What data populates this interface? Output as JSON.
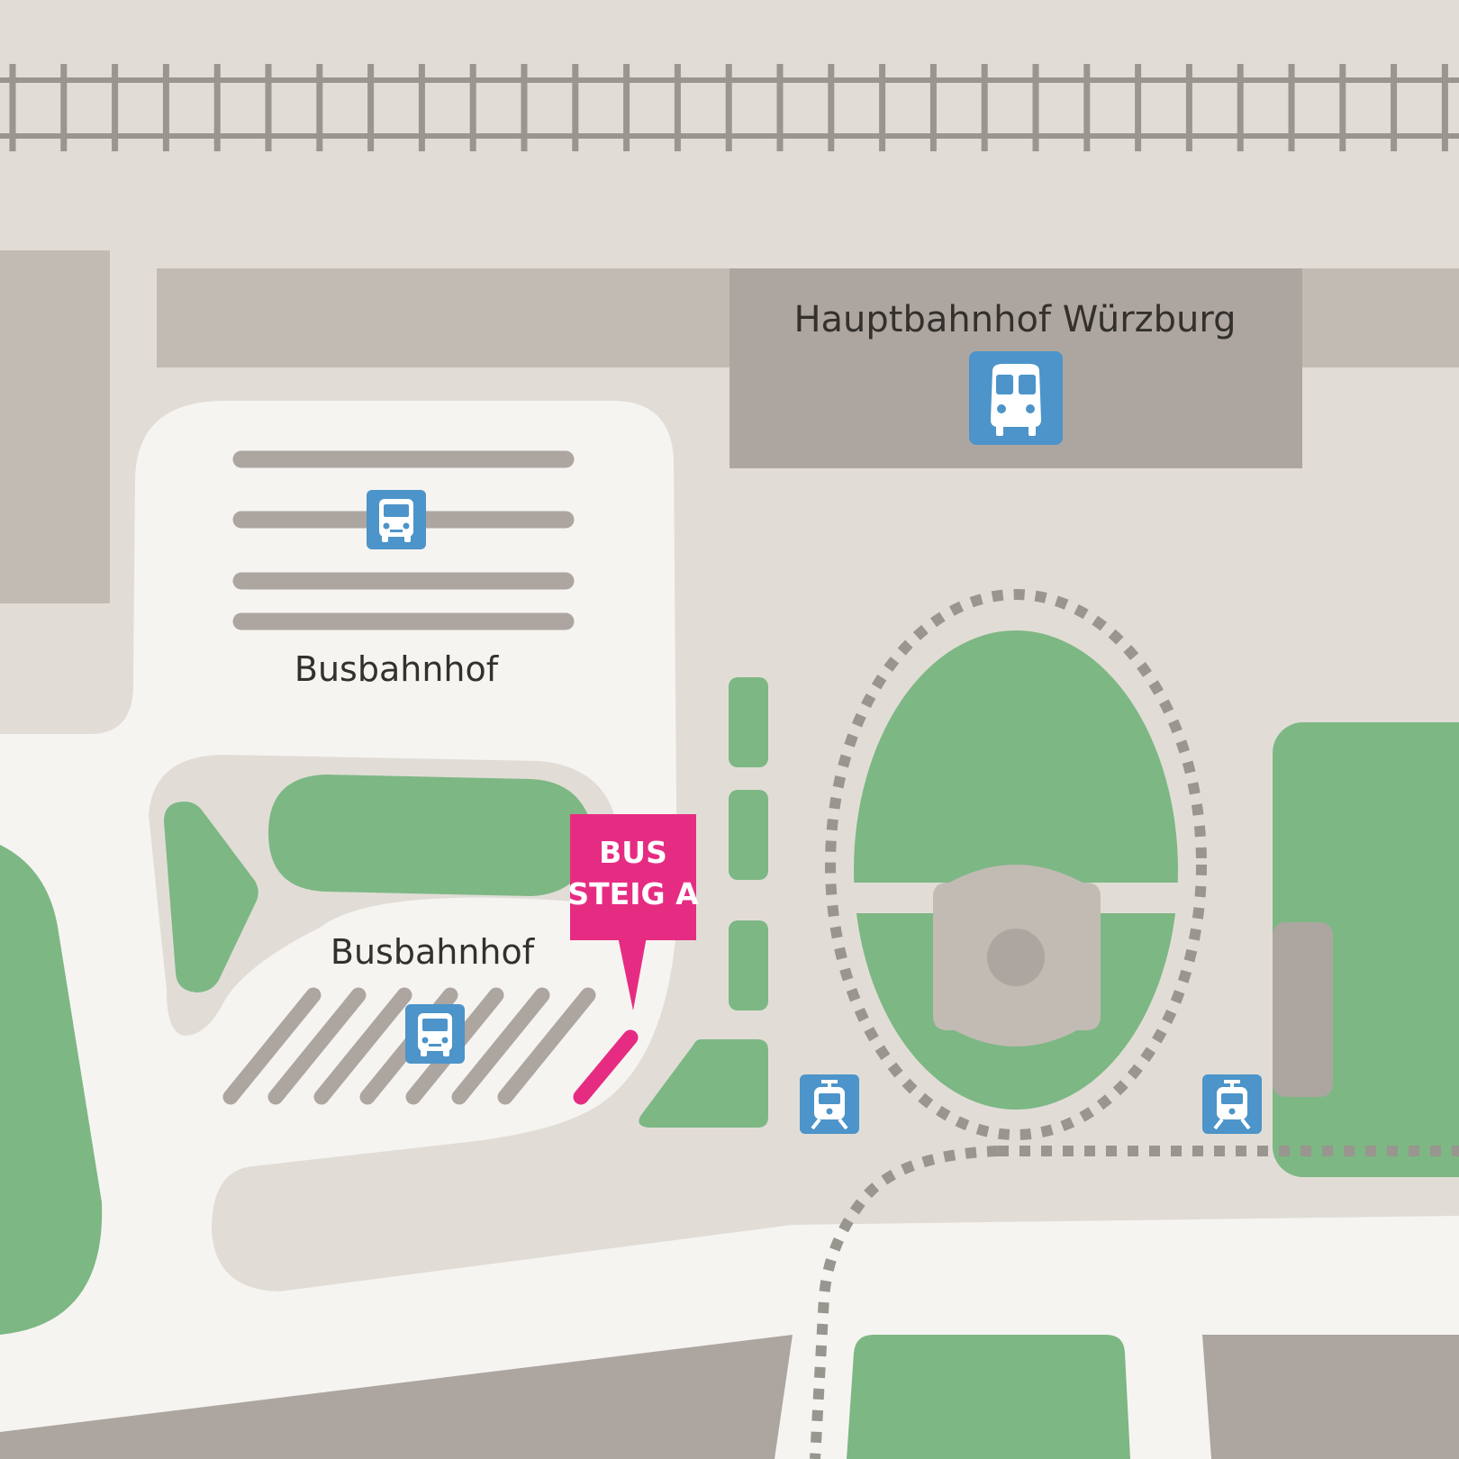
{
  "labels": {
    "main_station": "Hauptbahnhof Würzburg",
    "bus_station_north": "Busbahnhof",
    "bus_station_south": "Busbahnhof"
  },
  "callout": {
    "line1": "BUS",
    "line2": "STEIG A"
  },
  "icons": {
    "train": "train-icon",
    "bus": "bus-icon",
    "tram": "tram-icon"
  },
  "colors": {
    "background": "#e1ddd6",
    "road": "#f6f4f1",
    "building": "#c2bbb4",
    "building_dark": "#ada6a0",
    "green": "#7db784",
    "rail": "#99958f",
    "icon_blue": "#4c94c9",
    "callout": "#e62c82"
  }
}
